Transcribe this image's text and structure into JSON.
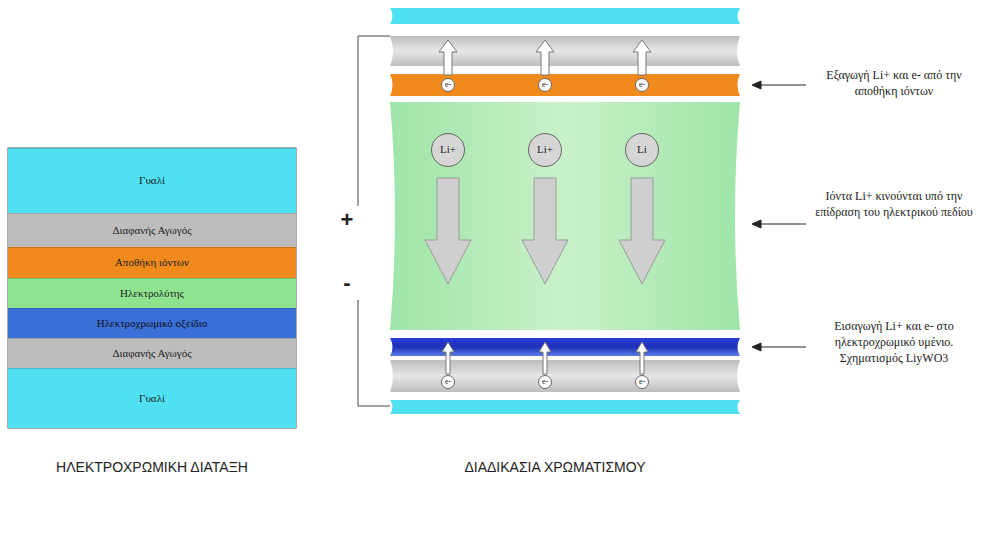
{
  "diagram": {
    "nodes": [
      {
        "text": [
          "Γυαλί"
        ]
      },
      {
        "text": [
          "Διαφανής Αγωγός"
        ]
      },
      {
        "text": [
          "Αποθήκη ιόντων"
        ]
      },
      {
        "text": [
          "Ηλεκτρολύτης"
        ]
      },
      {
        "text": [
          "Ηλεκτροχρωμικό οξείδιο"
        ]
      },
      {
        "text": [
          "Διαφανής Αγωγός"
        ]
      },
      {
        "text": [
          "Γυαλί"
        ]
      },
      {
        "text": [
          "e-"
        ]
      },
      {
        "text": [
          "e-"
        ]
      },
      {
        "text": [
          "e-"
        ]
      },
      {
        "text": [
          "Li+"
        ]
      },
      {
        "text": [
          "Li+"
        ]
      },
      {
        "text": [
          "Li"
        ]
      },
      {
        "text": [
          "e-"
        ]
      },
      {
        "text": [
          "e-"
        ]
      },
      {
        "text": [
          "e-"
        ]
      }
    ],
    "labels": [
      "+",
      "-",
      "Εξαγωγή Li+ και e- από την αποθήκη ιόντων",
      "Ιόντα Li+ κινούνται υπό την επίδραση του ηλεκτρικού πεδίου",
      "Εισαγωγή Li+ και e- στο ηλεκτροχρωμικό υμένιο. Σχηματισμός LiyWO3",
      "ΗΛΕΚΤΡΟΧΡΩΜΙΚΗ ΔΙΑΤΑΞΗ",
      "ΔΙΑΔΙΚΑΣΙΑ ΧΡΩΜΑΤΙΣΜΟΥ"
    ]
  }
}
